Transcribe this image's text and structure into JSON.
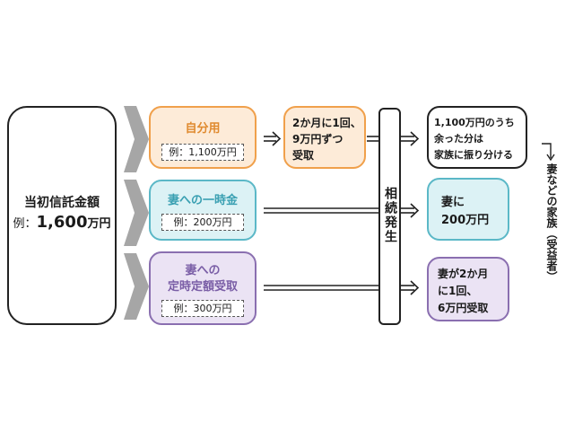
{
  "initial": {
    "label": "当初信託金額",
    "example_prefix": "例：",
    "example_amount": "1,600",
    "example_unit": "万円"
  },
  "branches": [
    {
      "label": "自分用",
      "example": "例：1,100万円",
      "color": "#f0a04b",
      "fill": "#fdebd8"
    },
    {
      "label": "妻への一時金",
      "example": "例：200万円",
      "color": "#5bb8c7",
      "fill": "#dcf2f5"
    },
    {
      "label_line1": "妻への",
      "label_line2": "定時定額受取",
      "example": "例：300万円",
      "color": "#8a6fb0",
      "fill": "#ebe3f4"
    }
  ],
  "self_payout": {
    "line1": "2か月に1回、",
    "line2": "9万円ずつ",
    "line3": "受取"
  },
  "event": {
    "label": "相続発生"
  },
  "results": [
    {
      "line1": "1,100万円のうち",
      "line2": "余った分は",
      "line3": "家族に振り分ける"
    },
    {
      "line1": "妻に",
      "line2": "200万円"
    },
    {
      "line1": "妻が2か月",
      "line2": "に1回、",
      "line3": "6万円受取"
    }
  ],
  "side_note": "妻などの家族（受益者）"
}
